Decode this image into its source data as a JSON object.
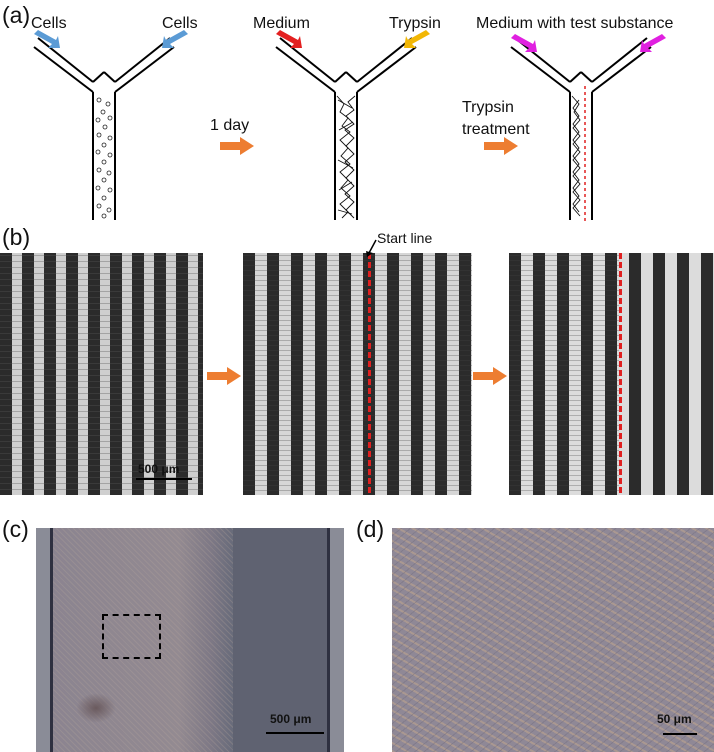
{
  "panel_a": {
    "label": "(a)",
    "stage1": {
      "left_label": "Cells",
      "right_label": "Cells"
    },
    "stage2": {
      "left_label": "Medium",
      "right_label": "Trypsin"
    },
    "stage3": {
      "top_label": "Medium with test substance"
    },
    "step1_label": "1 day",
    "step2_label_line1": "Trypsin",
    "step2_label_line2": "treatment",
    "colors": {
      "cells": "#5b9bd5",
      "medium": "#e32020",
      "trypsin": "#f2b705",
      "test_substance": "#e020e0",
      "step_arrow": "#ed7d31",
      "start_line": "#e02020"
    }
  },
  "panel_b": {
    "label": "(b)",
    "scale_label": "500 μm",
    "start_line_label": "Start line"
  },
  "panel_c": {
    "label": "(c)",
    "scale_label": "500 μm"
  },
  "panel_d": {
    "label": "(d)",
    "scale_label": "50 μm"
  }
}
